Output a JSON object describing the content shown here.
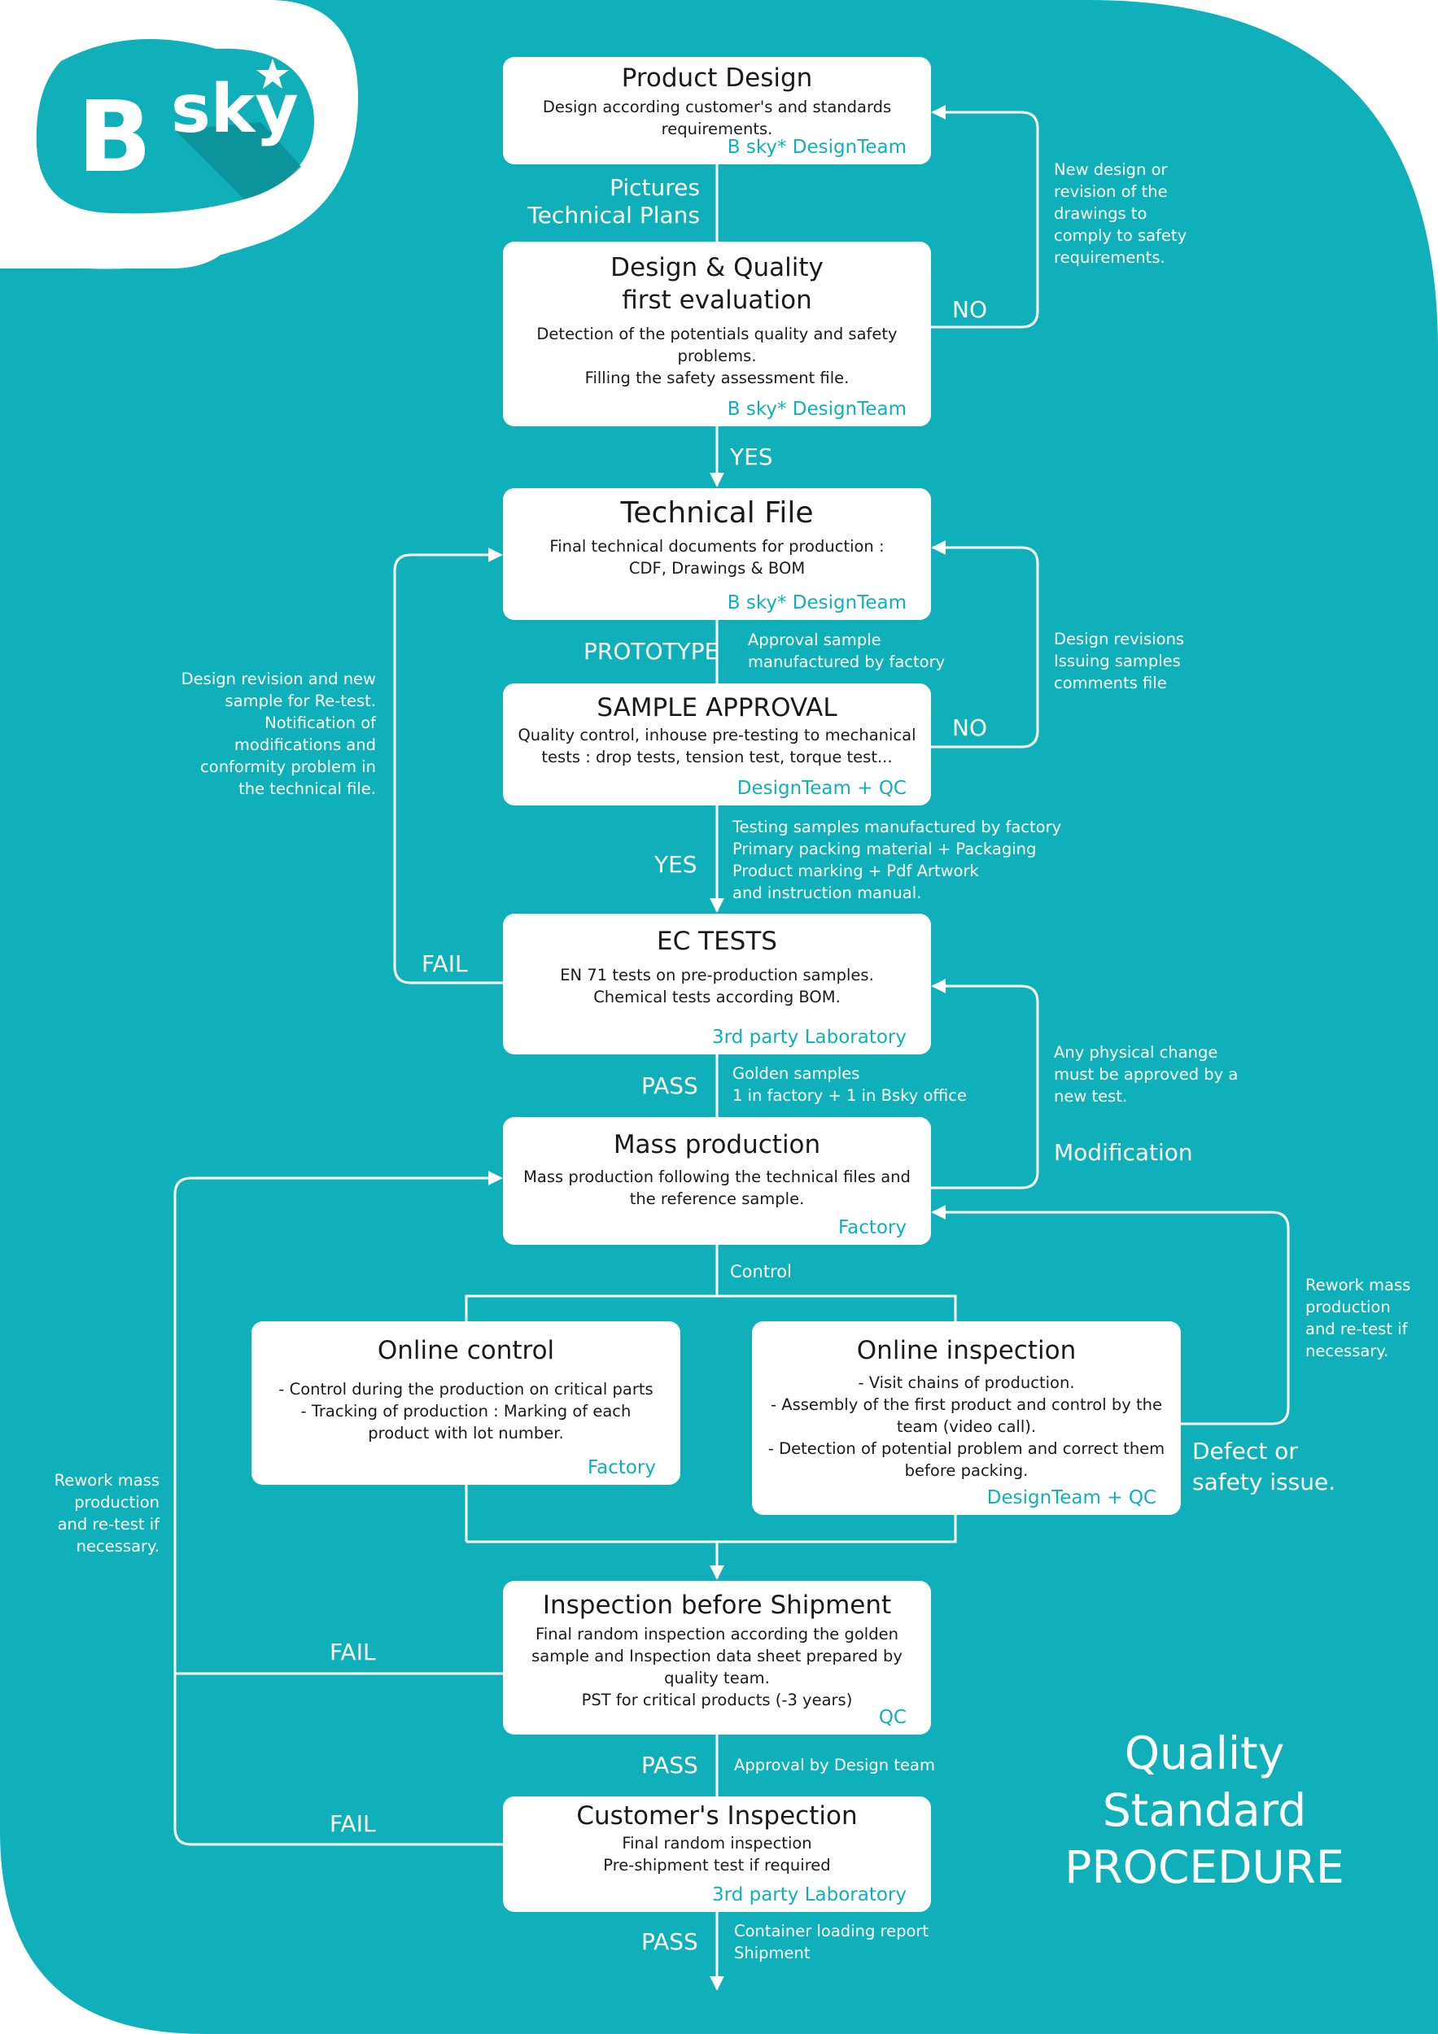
{
  "logo": {
    "brand_letter": "B",
    "brand_word": "sky"
  },
  "title": {
    "line1": "Quality",
    "line2": "Standard",
    "line3": "PROCEDURE"
  },
  "boxes": {
    "product_design": {
      "title": "Product Design",
      "desc": [
        "Design according customer's and standards",
        "requirements."
      ],
      "owner": "B sky* DesignTeam"
    },
    "design_quality": {
      "title": [
        "Design & Quality",
        "first evaluation"
      ],
      "desc": [
        "Detection of the potentials quality and safety",
        "problems.",
        "Filling the safety assessment file."
      ],
      "owner": "B sky* DesignTeam"
    },
    "technical_file": {
      "title": "Technical File",
      "desc": [
        "Final technical documents for production :",
        "CDF, Drawings & BOM"
      ],
      "owner": "B sky* DesignTeam"
    },
    "sample_approval": {
      "title": "SAMPLE APPROVAL",
      "desc": [
        "Quality control, inhouse pre-testing to mechanical",
        "tests : drop tests, tension test, torque test..."
      ],
      "owner": "DesignTeam + QC"
    },
    "ec_tests": {
      "title": "EC TESTS",
      "desc": [
        "EN 71 tests on pre-production samples.",
        "Chemical tests according BOM."
      ],
      "owner": "3rd party Laboratory"
    },
    "mass_production": {
      "title": "Mass production",
      "desc": [
        "Mass production following the technical files and",
        "the reference sample."
      ],
      "owner": "Factory"
    },
    "online_control": {
      "title": "Online control",
      "desc": [
        "- Control during the production on critical parts",
        "- Tracking of production : Marking of each",
        "product with lot number."
      ],
      "owner": "Factory"
    },
    "online_inspection": {
      "title": "Online inspection",
      "desc": [
        "- Visit chains of production.",
        "- Assembly of the first product and control by the",
        "team (video call).",
        "- Detection of potential problem and correct them",
        "before packing."
      ],
      "owner": "DesignTeam + QC"
    },
    "inspection_shipment": {
      "title": "Inspection before Shipment",
      "desc": [
        "Final random inspection according the golden",
        "sample and Inspection data sheet prepared by",
        "quality team.",
        "PST for critical products (-3 years)"
      ],
      "owner": "QC"
    },
    "customer_inspection": {
      "title": "Customer's Inspection",
      "desc": [
        "Final random inspection",
        "Pre-shipment test if required"
      ],
      "owner": "3rd party Laboratory"
    }
  },
  "labels": {
    "pictures": "Pictures",
    "technical_plans": "Technical Plans",
    "no_1": "NO",
    "yes_1": "YES",
    "prototype": "PROTOTYPE",
    "no_2": "NO",
    "yes_2": "YES",
    "fail_1": "FAIL",
    "pass_1": "PASS",
    "modification": "Modification",
    "control": "Control",
    "defect": [
      "Defect or",
      "safety issue."
    ],
    "fail_2": "FAIL",
    "pass_2": "PASS",
    "fail_3": "FAIL",
    "pass_3": "PASS"
  },
  "notes": {
    "new_design": [
      "New design or",
      "revision of the",
      "drawings to",
      "comply to safety",
      "requirements."
    ],
    "approval_sample": [
      "Approval sample",
      "manufactured by factory"
    ],
    "design_revisions": [
      "Design revisions",
      "Issuing samples",
      "comments file"
    ],
    "design_revision_retest": [
      "Design revision and new",
      "sample for Re-test.",
      "Notification of",
      "modifications and",
      "conformity problem in",
      "the technical file."
    ],
    "testing_samples": [
      "Testing samples manufactured by factory",
      "Primary packing material + Packaging",
      "Product marking + Pdf Artwork",
      "and instruction manual."
    ],
    "golden_samples": [
      "Golden samples",
      "1 in factory + 1 in Bsky office"
    ],
    "physical_change": [
      "Any physical change",
      "must be approved by a",
      "new test."
    ],
    "rework_right": [
      "Rework mass",
      "production",
      "and re-test if",
      "necessary."
    ],
    "rework_left": [
      "Rework mass",
      "production",
      "and re-test if",
      "necessary."
    ],
    "approval_design_team": "Approval by Design team",
    "container": [
      "Container loading report",
      "Shipment"
    ]
  },
  "colors": {
    "teal": "#0fb0b9",
    "logo_shadow": "#0a8f97",
    "box": "#ffffff",
    "text": "#1a1a1a",
    "arrow": "#ffffff"
  }
}
